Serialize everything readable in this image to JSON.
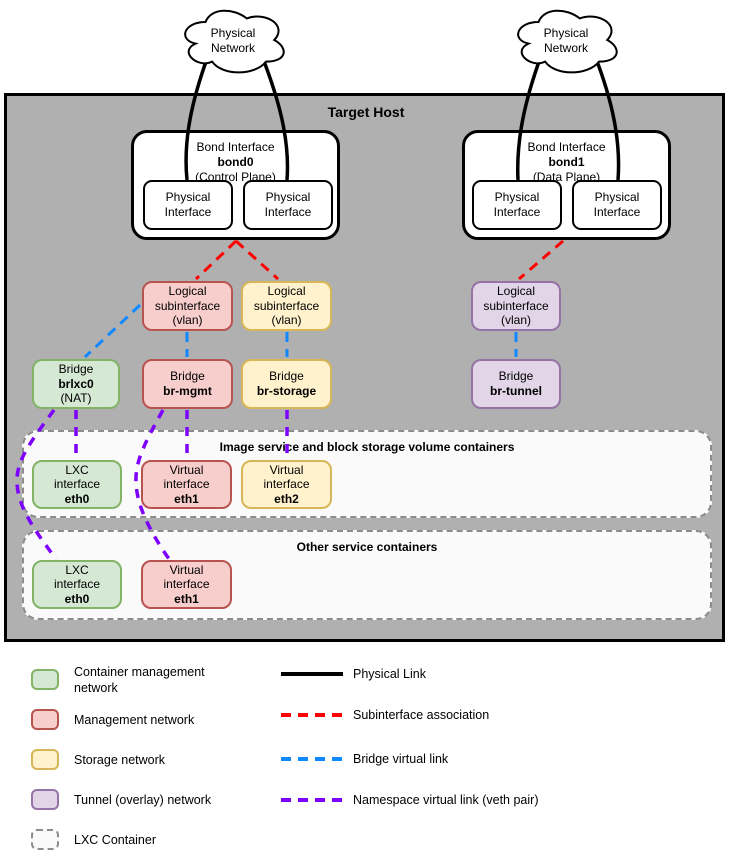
{
  "colors": {
    "container_management_fill": "#d5e8d4",
    "container_management_stroke": "#82b366",
    "management_fill": "#f8cecc",
    "management_stroke": "#b85450",
    "storage_fill": "#fff2cc",
    "storage_stroke": "#d6b656",
    "tunnel_fill": "#e1d5e7",
    "tunnel_stroke": "#9673a6",
    "host_fill": "#b0b0b0",
    "lxc_container_fill": "#fafafa",
    "physical_link": "#000000",
    "subinterface_association": "#ff0000",
    "bridge_virtual_link": "#1088ff",
    "namespace_virtual_link": "#7d00ff"
  },
  "clouds": [
    {
      "line1": "Physical",
      "line2": "Network"
    },
    {
      "line1": "Physical",
      "line2": "Network"
    }
  ],
  "host": {
    "title": "Target Host"
  },
  "bonds": [
    {
      "label": "Bond Interface",
      "name": "bond0",
      "plane": "(Control Plane)",
      "interfaces": [
        {
          "line1": "Physical",
          "line2": "Interface"
        },
        {
          "line1": "Physical",
          "line2": "Interface"
        }
      ]
    },
    {
      "label": "Bond Interface",
      "name": "bond1",
      "plane": "(Data Plane)",
      "interfaces": [
        {
          "line1": "Physical",
          "line2": "Interface"
        },
        {
          "line1": "Physical",
          "line2": "Interface"
        }
      ]
    }
  ],
  "subinterfaces": [
    {
      "line1": "Logical",
      "line2": "subinterface",
      "line3": "(vlan)",
      "network": "management"
    },
    {
      "line1": "Logical",
      "line2": "subinterface",
      "line3": "(vlan)",
      "network": "storage"
    },
    {
      "line1": "Logical",
      "line2": "subinterface",
      "line3": "(vlan)",
      "network": "tunnel"
    }
  ],
  "bridges": [
    {
      "label": "Bridge",
      "name": "brlxc0",
      "suffix": "(NAT)",
      "network": "container-management"
    },
    {
      "label": "Bridge",
      "name": "br-mgmt",
      "network": "management"
    },
    {
      "label": "Bridge",
      "name": "br-storage",
      "network": "storage"
    },
    {
      "label": "Bridge",
      "name": "br-tunnel",
      "network": "tunnel"
    }
  ],
  "containers": [
    {
      "title": "Image service and block storage volume containers",
      "interfaces": [
        {
          "line1": "LXC",
          "line2": "interface",
          "name": "eth0",
          "network": "container-management"
        },
        {
          "line1": "Virtual",
          "line2": "interface",
          "name": "eth1",
          "network": "management"
        },
        {
          "line1": "Virtual",
          "line2": "interface",
          "name": "eth2",
          "network": "storage"
        }
      ]
    },
    {
      "title": "Other service containers",
      "interfaces": [
        {
          "line1": "LXC",
          "line2": "interface",
          "name": "eth0",
          "network": "container-management"
        },
        {
          "line1": "Virtual",
          "line2": "interface",
          "name": "eth1",
          "network": "management"
        }
      ]
    }
  ],
  "legend": {
    "swatches": [
      {
        "label": "Container management network",
        "fill": "#d5e8d4",
        "stroke": "#82b366"
      },
      {
        "label": "Management network",
        "fill": "#f8cecc",
        "stroke": "#b85450"
      },
      {
        "label": "Storage network",
        "fill": "#fff2cc",
        "stroke": "#d6b656"
      },
      {
        "label": "Tunnel (overlay) network",
        "fill": "#e1d5e7",
        "stroke": "#9673a6"
      },
      {
        "label": "LXC Container",
        "fill": "#fafafa",
        "stroke": "#8c8c8c",
        "dashed": true
      }
    ],
    "lines": [
      {
        "label": "Physical Link",
        "color": "#000000",
        "style": "solid"
      },
      {
        "label": "Subinterface association",
        "color": "#ff0000",
        "style": "dashed"
      },
      {
        "label": "Bridge virtual link",
        "color": "#1088ff",
        "style": "dashed"
      },
      {
        "label": "Namespace virtual link (veth pair)",
        "color": "#7d00ff",
        "style": "dashed"
      }
    ]
  }
}
